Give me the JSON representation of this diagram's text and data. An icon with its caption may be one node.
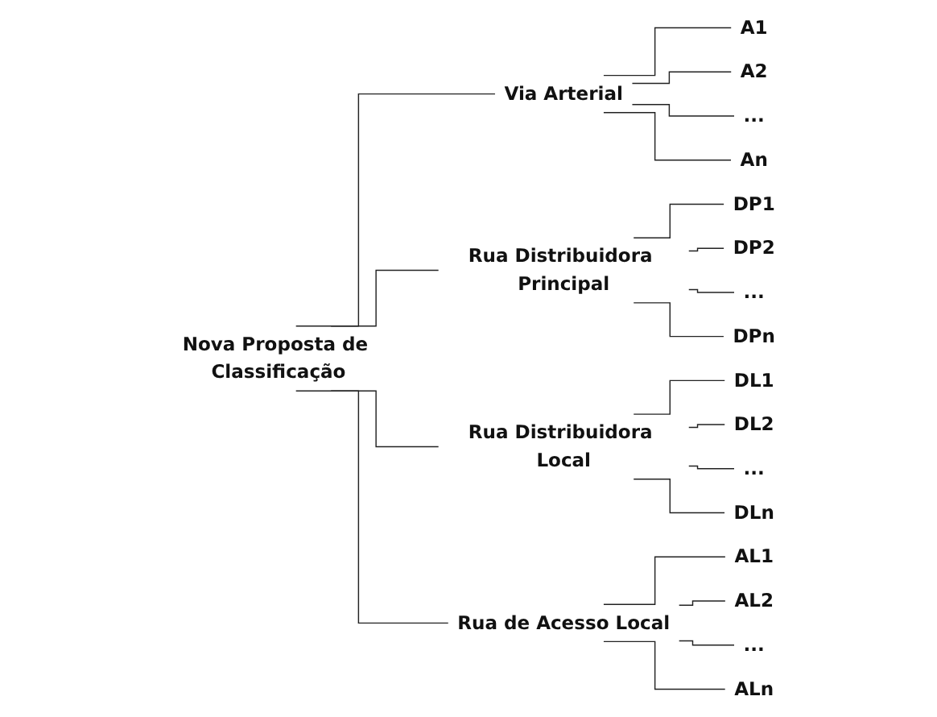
{
  "diagram": {
    "nodes": [
      {
        "text": [
          "Nova Proposta de Classificação"
        ]
      },
      {
        "text": [
          "Via Arterial"
        ]
      },
      {
        "text": [
          "A1"
        ]
      },
      {
        "text": [
          "A2"
        ]
      },
      {
        "text": [
          "..."
        ]
      },
      {
        "text": [
          "An"
        ]
      },
      {
        "text": [
          "Rua Distribuidora Principal"
        ]
      },
      {
        "text": [
          "DP1"
        ]
      },
      {
        "text": [
          "DP2"
        ]
      },
      {
        "text": [
          "..."
        ]
      },
      {
        "text": [
          "DPn"
        ]
      },
      {
        "text": [
          "Rua Distribuidora Local"
        ]
      },
      {
        "text": [
          "DL1"
        ]
      },
      {
        "text": [
          "DL2"
        ]
      },
      {
        "text": [
          "..."
        ]
      },
      {
        "text": [
          "DLn"
        ]
      },
      {
        "text": [
          "Rua de Acesso Local"
        ]
      },
      {
        "text": [
          "AL1"
        ]
      },
      {
        "text": [
          "AL2"
        ]
      },
      {
        "text": [
          "..."
        ]
      },
      {
        "text": [
          "ALn"
        ]
      }
    ],
    "edges": [
      {
        "from": 0,
        "to": 1,
        "arrow": "none"
      },
      {
        "from": 0,
        "to": 6,
        "arrow": "none"
      },
      {
        "from": 0,
        "to": 11,
        "arrow": "none"
      },
      {
        "from": 0,
        "to": 16,
        "arrow": "none"
      },
      {
        "from": 1,
        "to": 2,
        "arrow": "none"
      },
      {
        "from": 1,
        "to": 3,
        "arrow": "none"
      },
      {
        "from": 1,
        "to": 4,
        "arrow": "none"
      },
      {
        "from": 1,
        "to": 5,
        "arrow": "none"
      },
      {
        "from": 6,
        "to": 7,
        "arrow": "none"
      },
      {
        "from": 6,
        "to": 8,
        "arrow": "none"
      },
      {
        "from": 6,
        "to": 9,
        "arrow": "none"
      },
      {
        "from": 6,
        "to": 10,
        "arrow": "none"
      },
      {
        "from": 11,
        "to": 12,
        "arrow": "none"
      },
      {
        "from": 11,
        "to": 13,
        "arrow": "none"
      },
      {
        "from": 11,
        "to": 14,
        "arrow": "none"
      },
      {
        "from": 11,
        "to": 15,
        "arrow": "none"
      },
      {
        "from": 16,
        "to": 17,
        "arrow": "none"
      },
      {
        "from": 16,
        "to": 18,
        "arrow": "none"
      },
      {
        "from": 16,
        "to": 19,
        "arrow": "none"
      },
      {
        "from": 16,
        "to": 20,
        "arrow": "none"
      }
    ]
  }
}
